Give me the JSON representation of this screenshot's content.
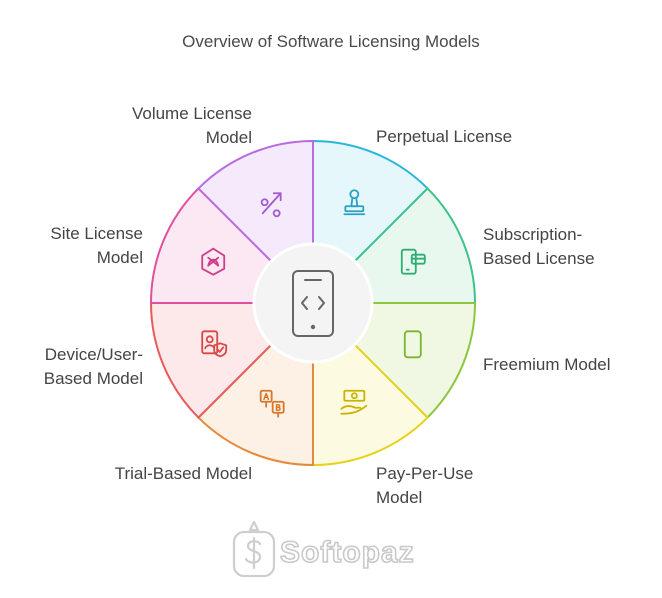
{
  "title": "Overview of Software Licensing Models",
  "center_icon": "smartphone-code-icon",
  "watermark": "Softopaz",
  "segments": [
    {
      "lines": [
        "Perpetual License"
      ],
      "icon": "stamp-icon",
      "stroke": "#29b6d9",
      "fill": "#e6f7fc",
      "iconColor": "#2a9fc4"
    },
    {
      "lines": [
        "Subscription-",
        "Based License"
      ],
      "icon": "phone-card-icon",
      "stroke": "#3cc28a",
      "fill": "#e8f8ef",
      "iconColor": "#2fae74"
    },
    {
      "lines": [
        "Freemium Model"
      ],
      "icon": "mobile-icon",
      "stroke": "#8cc63f",
      "fill": "#f0f8e4",
      "iconColor": "#7ab32e"
    },
    {
      "lines": [
        "Pay-Per-Use",
        "Model"
      ],
      "icon": "cash-hand-icon",
      "stroke": "#e6d21c",
      "fill": "#fcfae0",
      "iconColor": "#c8b400"
    },
    {
      "lines": [
        "Trial-Based Model"
      ],
      "icon": "ab-test-icon",
      "stroke": "#e58a3a",
      "fill": "#fdf0e4",
      "iconColor": "#d8772a"
    },
    {
      "lines": [
        "Device/User-",
        "Based Model"
      ],
      "icon": "user-shield-icon",
      "stroke": "#e85a5a",
      "fill": "#fde9e9",
      "iconColor": "#d84848"
    },
    {
      "lines": [
        "Site License",
        "Model"
      ],
      "icon": "network-icon",
      "stroke": "#e0509c",
      "fill": "#fce8f2",
      "iconColor": "#cf3e8a"
    },
    {
      "lines": [
        "Volume License",
        "Model"
      ],
      "icon": "percent-arrow-icon",
      "stroke": "#b96ce0",
      "fill": "#f5eafc",
      "iconColor": "#a458cf"
    }
  ]
}
